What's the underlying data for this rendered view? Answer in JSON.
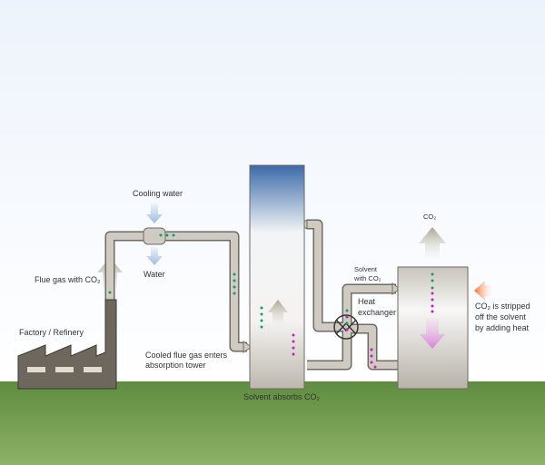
{
  "labels": {
    "cooling_water": "Cooling water",
    "water": "Water",
    "flue_gas": "Flue gas with CO₂",
    "factory": "Factory / Refinery",
    "cooled_1": "Cooled flue gas enters",
    "cooled_2": "absorption tower",
    "solvent_absorbs": "Solvent absorbs CO₂",
    "co2_out": "CO₂",
    "solvent_with_1": "Solvent",
    "solvent_with_2": "with CO₂",
    "heat_1": "Heat",
    "heat_2": "exchanger",
    "stripped_1": "CO₂ is stripped",
    "stripped_2": "off the solvent",
    "stripped_3": "by adding heat"
  },
  "colors": {
    "sky": "#eef4fc",
    "ground": "#6f9a4c",
    "pipe": "#cfcac2",
    "pipe_edge": "#6f6a62",
    "factory": "#6e675d",
    "tower_top": "#3c6aa8",
    "co2_dot": "#1a9a6a",
    "solvent_dot": "#c020c0",
    "heat_arrow": "#f07030",
    "water_arrow": "#a8c4e4"
  }
}
